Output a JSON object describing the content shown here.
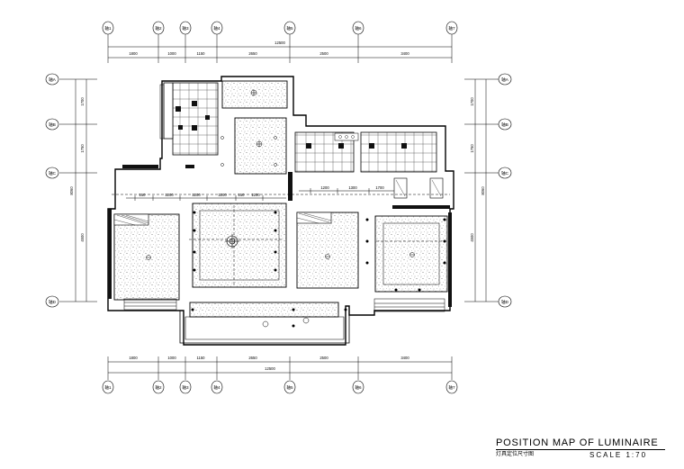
{
  "title": "POSITION MAP OF LUMINAIRE",
  "subtitle": "灯具定位尺寸图",
  "scale": "SCALE 1:70",
  "top_axes": [
    "轴1",
    "轴2",
    "轴3",
    "轴4",
    "轴5",
    "轴6",
    "轴7"
  ],
  "bottom_axes": [
    "轴1",
    "轴2",
    "轴3",
    "轴4",
    "轴5",
    "轴6",
    "轴7"
  ],
  "left_axes": [
    "轴A",
    "轴B",
    "轴C",
    "轴D"
  ],
  "right_axes": [
    "轴A",
    "轴B",
    "轴C",
    "轴D"
  ],
  "top_segments": [
    "1800",
    "1000",
    "1150",
    "2650",
    "2500",
    "3400"
  ],
  "top_total": "12500",
  "bottom_segments": [
    "1800",
    "1000",
    "1150",
    "2650",
    "2500",
    "3400"
  ],
  "bottom_total": "12500",
  "left_segments": [
    "1700",
    "1750",
    "4500"
  ],
  "left_total": "8060",
  "right_segments": [
    "1700",
    "1750",
    "4500"
  ],
  "right_total": "8060",
  "interior_dims": [
    "150",
    "1200",
    "1200",
    "1200",
    "150",
    "1200",
    "1200",
    "1300",
    "1700"
  ]
}
